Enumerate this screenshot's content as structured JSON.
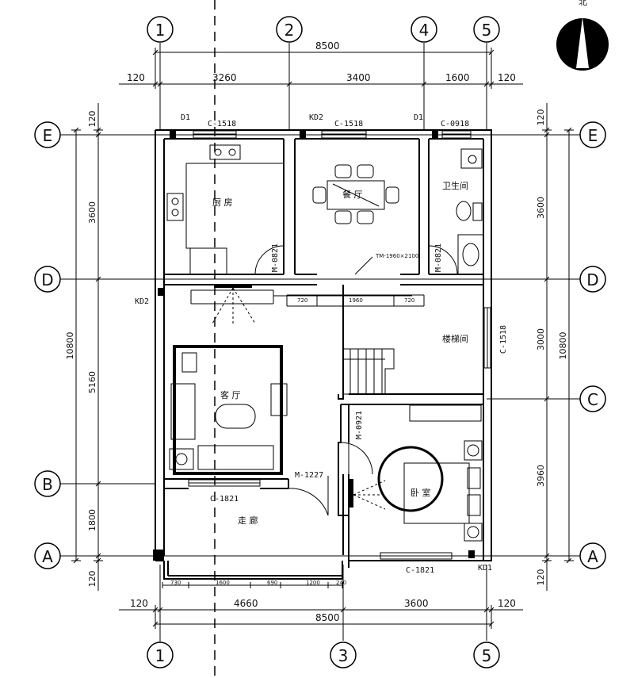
{
  "north": {
    "label": "北"
  },
  "axes": {
    "top": [
      "1",
      "2",
      "4",
      "5"
    ],
    "bottom": [
      "1",
      "3",
      "5"
    ],
    "left": [
      "E",
      "D",
      "B",
      "A"
    ],
    "right": [
      "E",
      "D",
      "C",
      "A"
    ]
  },
  "dims": {
    "top_total": "8500",
    "top": [
      "120",
      "3260",
      "3400",
      "1600",
      "120"
    ],
    "bottom_total": "8500",
    "bottom": [
      "120",
      "4660",
      "3600",
      "120"
    ],
    "bottom_small": [
      "730",
      "1600",
      "690",
      "1200",
      "240"
    ],
    "left_outer": [
      "120",
      "3600",
      "5160",
      "1800",
      "120"
    ],
    "left_total": "10800",
    "right_outer": [
      "120",
      "3600",
      "3000",
      "3960",
      "120"
    ],
    "right_total": "10800",
    "stair_top": [
      "720",
      "1960",
      "720"
    ]
  },
  "rooms": {
    "kitchen": "厨 房",
    "dining": "餐 厅",
    "bathroom": "卫生间",
    "stair": "楼梯间",
    "living": "客 厅",
    "bedroom": "卧 室",
    "corridor": "走 廊"
  },
  "openings": {
    "d1_a": "D1",
    "kd2_top": "KD2",
    "d1_b": "D1",
    "kd2_left": "KD2",
    "kd1": "KD1",
    "c1518_kitchen": "C-1518",
    "c1518_dining": "C-1518",
    "c0918": "C-0918",
    "c1518_stair": "C-1518",
    "m0821_kitchen": "M-0821",
    "m0821_bath": "M-0821",
    "m0921": "M-0921",
    "m1227": "M-1227",
    "c1821_living": "C-1821",
    "c1821_bed": "C-1821",
    "tm": "TM-1960×2100"
  }
}
